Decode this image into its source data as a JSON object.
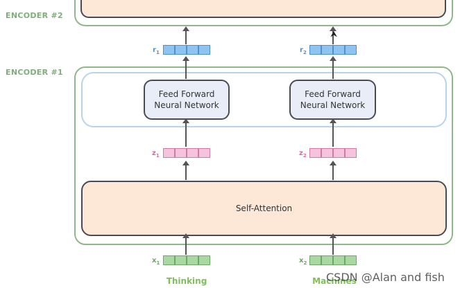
{
  "labels": {
    "encoder2": "ENCODER #2",
    "encoder1": "ENCODER #1"
  },
  "ffn": {
    "text": "Feed Forward\nNeural Network"
  },
  "self_attention": {
    "text": "Self-Attention"
  },
  "vectors": {
    "x1": {
      "letter": "x",
      "sub": "1",
      "cells": 4
    },
    "x2": {
      "letter": "x",
      "sub": "2",
      "cells": 4
    },
    "z1": {
      "letter": "z",
      "sub": "1",
      "cells": 4
    },
    "z2": {
      "letter": "z",
      "sub": "2",
      "cells": 4
    },
    "r1": {
      "letter": "r",
      "sub": "1",
      "cells": 4
    },
    "r2": {
      "letter": "r",
      "sub": "2",
      "cells": 4
    }
  },
  "words": {
    "w1": "Thinking",
    "w2": "Machines"
  },
  "watermark": "CSDN @Alan and fish",
  "colors": {
    "encoder_border": "#8fb88a",
    "ff_container_border": "#b7d3ee",
    "self_attention_fill": "#fde7d6",
    "input_vector": "#a9d8a2",
    "z_vector": "#f6c3dd",
    "r_vector": "#8ec3f2"
  }
}
